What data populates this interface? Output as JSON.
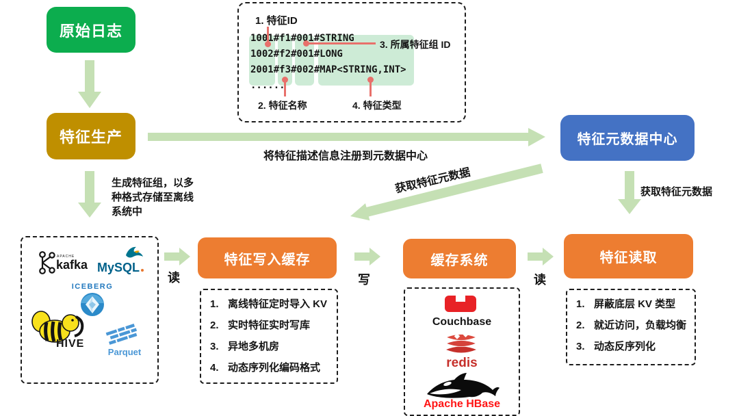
{
  "nodes": {
    "raw_logs": "原始日志",
    "feature_production": "特征生产",
    "metadata_center": "特征元数据中心",
    "feature_write_cache": "特征写入缓存",
    "cache_system": "缓存系统",
    "feature_read": "特征读取"
  },
  "labels": {
    "register_to_metadata": "将特征描述信息注册到元数据中心",
    "generate_feature_groups": "生成特征组，以多种格式存储至离线系统中",
    "get_feature_metadata_diagonal": "获取特征元数据",
    "get_feature_metadata_down": "获取特征元数据",
    "read_1": "读",
    "write_1": "写",
    "read_2": "读"
  },
  "code_panel": {
    "callout_feature_id": "1. 特征ID",
    "lines": [
      "1001#f1#001#STRING",
      "1002#f2#001#LONG",
      "2001#f3#002#MAP<STRING,INT>",
      "......"
    ],
    "callout_feature_group": "3. 所属特征组 ID",
    "callout_feature_name": "2. 特征名称",
    "callout_feature_type": "4. 特征类型"
  },
  "offline_systems": {
    "kafka_small": "APACHE",
    "kafka": "kafka",
    "mysql": "MySQL",
    "iceberg": "ICEBERG",
    "hive": "HIVE",
    "parquet": "Parquet"
  },
  "write_cache_points": [
    "离线特征定时导入 KV",
    "实时特征实时写库",
    "异地多机房",
    "动态序列化编码格式"
  ],
  "cache_systems": {
    "couchbase": "Couchbase",
    "redis": "redis",
    "hbase": "Apache HBase"
  },
  "read_points": [
    "屏蔽底层 KV 类型",
    "就近访问，负载均衡",
    "动态反序列化"
  ],
  "colors": {
    "green_box": "#0CAD4E",
    "olive_box": "#BF8F00",
    "blue_box": "#4472C4",
    "orange_box": "#ED7D31",
    "arrow_green": "#C5E0B4",
    "highlight_green": "#CDEBD6",
    "callout_red": "#E8706B"
  }
}
